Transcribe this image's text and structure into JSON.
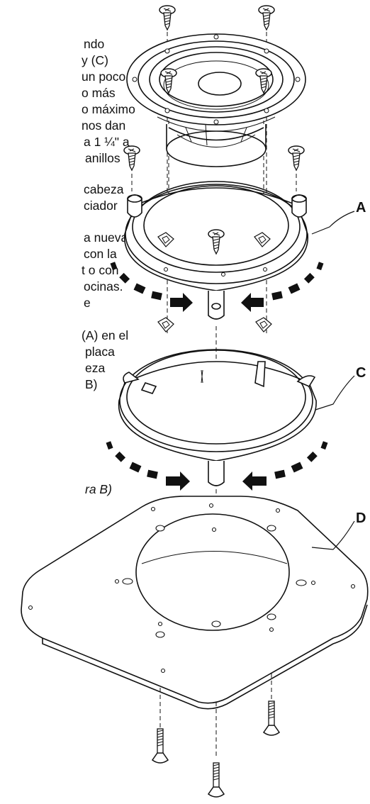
{
  "text_lines": [
    "ndo",
    "y (C)",
    "un poco",
    "o más",
    "o máximo",
    "nos dan",
    "a 1 ¼\" a",
    "anillos",
    "cabeza",
    "ciador",
    "a nueva",
    "con la",
    "t o con",
    "ocinas.",
    "e",
    "(A) en el",
    "placa",
    "eza",
    "B)"
  ],
  "caption": "ra B)",
  "labels": {
    "a": "A",
    "c": "C",
    "d": "D"
  },
  "colors": {
    "line": "#111111",
    "fill": "#ffffff"
  }
}
